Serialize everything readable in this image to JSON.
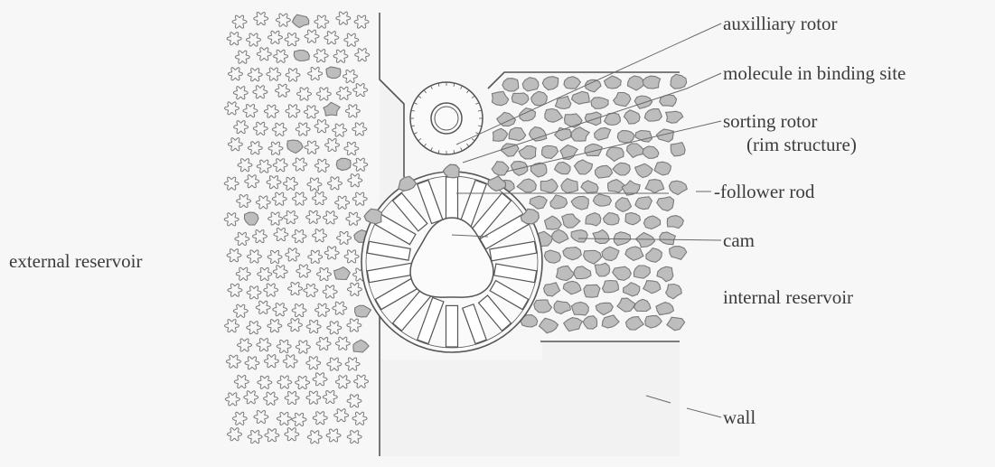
{
  "labels": {
    "auxiliary_rotor": "auxilliary rotor",
    "molecule_in_binding_site": "molecule in binding site",
    "sorting_rotor_line1": "sorting rotor",
    "sorting_rotor_line2": "(rim structure)",
    "follower_rod": "-follower rod",
    "cam": "cam",
    "external_reservoir": "external reservoir",
    "internal_reservoir": "internal reservoir",
    "wall": "wall"
  },
  "colors": {
    "background": "#f7f7f7",
    "line": "#555555",
    "outline_molecule": "#7a7a7a",
    "bound_molecule_fill": "#bdbdbd",
    "rod_fill": "#ffffff",
    "wall_face": "#f2f2f2"
  },
  "icons": {
    "open_molecule": "flower-outline-icon",
    "bound_molecule": "filled-blob-icon"
  }
}
